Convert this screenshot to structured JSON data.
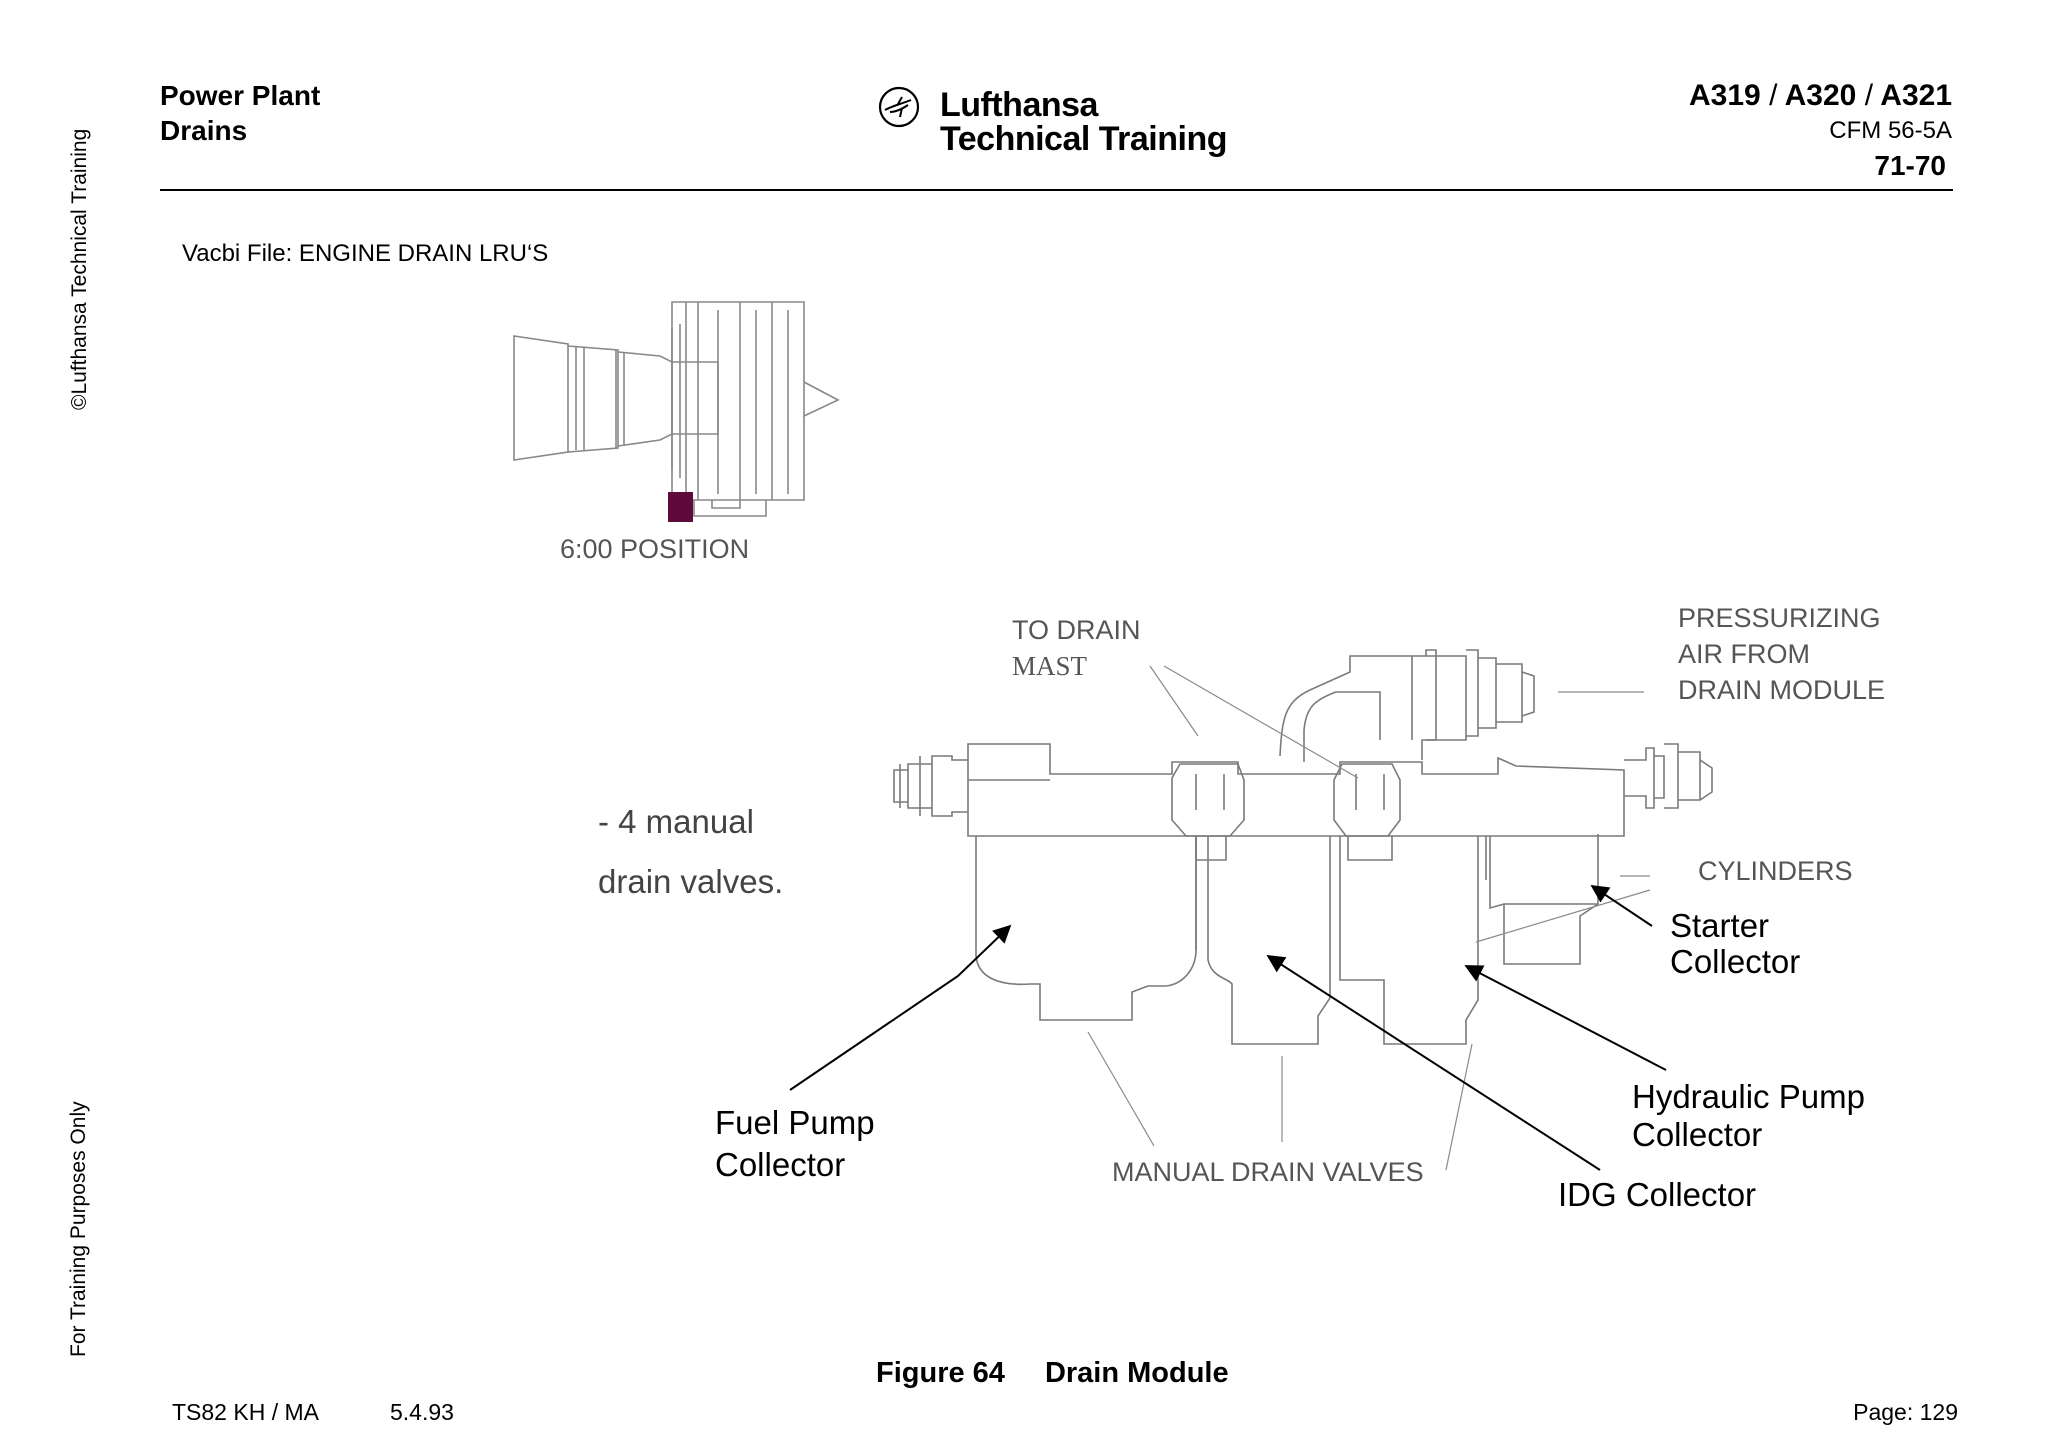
{
  "header": {
    "title_line1": "Power Plant",
    "title_line2": "Drains",
    "logo_line1": "Lufthansa",
    "logo_line2": "Technical Training",
    "model_a": "A319",
    "model_b": "A320",
    "model_c": "A321",
    "model_sep": "/",
    "engine": "CFM  56-5A",
    "chapter": "71-70"
  },
  "sidebar": {
    "copyright": "©Lufthansa Technical Training",
    "training_note": "For Training Purposes Only"
  },
  "content": {
    "vacbi": "Vacbi File: ENGINE DRAIN LRU‘S",
    "position_label": "6:00 POSITION",
    "to_drain_mast_1": "TO DRAIN",
    "to_drain_mast_2": "MAST",
    "pressurizing_1": "PRESSURIZING",
    "pressurizing_2": "AIR FROM",
    "pressurizing_3": "DRAIN MODULE",
    "cylinders": "CYLINDERS",
    "manual_valves_note_1": "-  4 manual",
    "manual_valves_note_2": "drain valves.",
    "starter_1": "Starter",
    "starter_2": "Collector",
    "hydraulic_1": "Hydraulic Pump",
    "hydraulic_2": "Collector",
    "idg": "IDG Collector",
    "fuel_1": "Fuel Pump",
    "fuel_2": "Collector",
    "manual_drain_valves": "MANUAL DRAIN VALVES"
  },
  "figure": {
    "number": "Figure 64",
    "caption": "Drain Module"
  },
  "footer": {
    "course": "TS82  KH / MA",
    "date": "5.4.93",
    "page": "Page: 129"
  },
  "colors": {
    "drain_module_marker": "#5e0a3a",
    "drawing_line": "#7a7a7a"
  }
}
